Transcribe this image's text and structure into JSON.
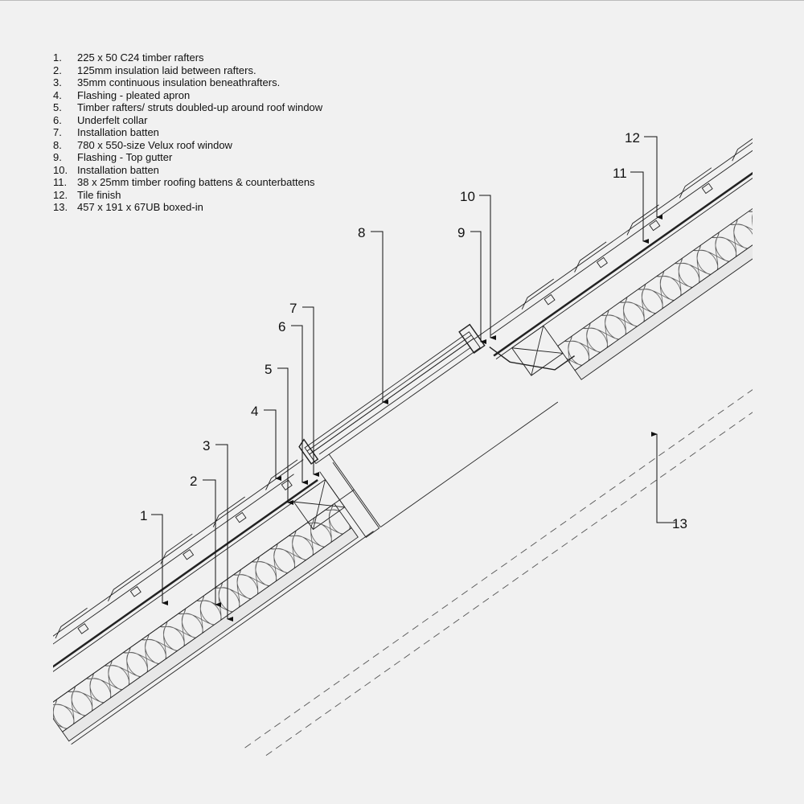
{
  "legend": [
    {
      "num": "1.",
      "text": "225 x 50 C24 timber rafters"
    },
    {
      "num": "2.",
      "text": "125mm insulation laid between rafters."
    },
    {
      "num": "3.",
      "text": "35mm continuous insulation beneathrafters."
    },
    {
      "num": "4.",
      "text": "Flashing - pleated apron"
    },
    {
      "num": "5.",
      "text": "Timber rafters/ struts doubled-up around roof window"
    },
    {
      "num": "6.",
      "text": "Underfelt collar"
    },
    {
      "num": "7.",
      "text": "Installation batten"
    },
    {
      "num": "8.",
      "text": "780 x 550-size Velux roof window"
    },
    {
      "num": "9.",
      "text": "Flashing - Top gutter"
    },
    {
      "num": "10.",
      "text": "Installation batten"
    },
    {
      "num": "11.",
      "text": "38 x 25mm timber roofing battens & counterbattens"
    },
    {
      "num": "12.",
      "text": "Tile finish"
    },
    {
      "num": "13.",
      "text": "457 x 191 x 67UB boxed-in"
    }
  ],
  "callouts": [
    "1",
    "2",
    "3",
    "4",
    "5",
    "6",
    "7",
    "8",
    "9",
    "10",
    "11",
    "12",
    "13"
  ]
}
